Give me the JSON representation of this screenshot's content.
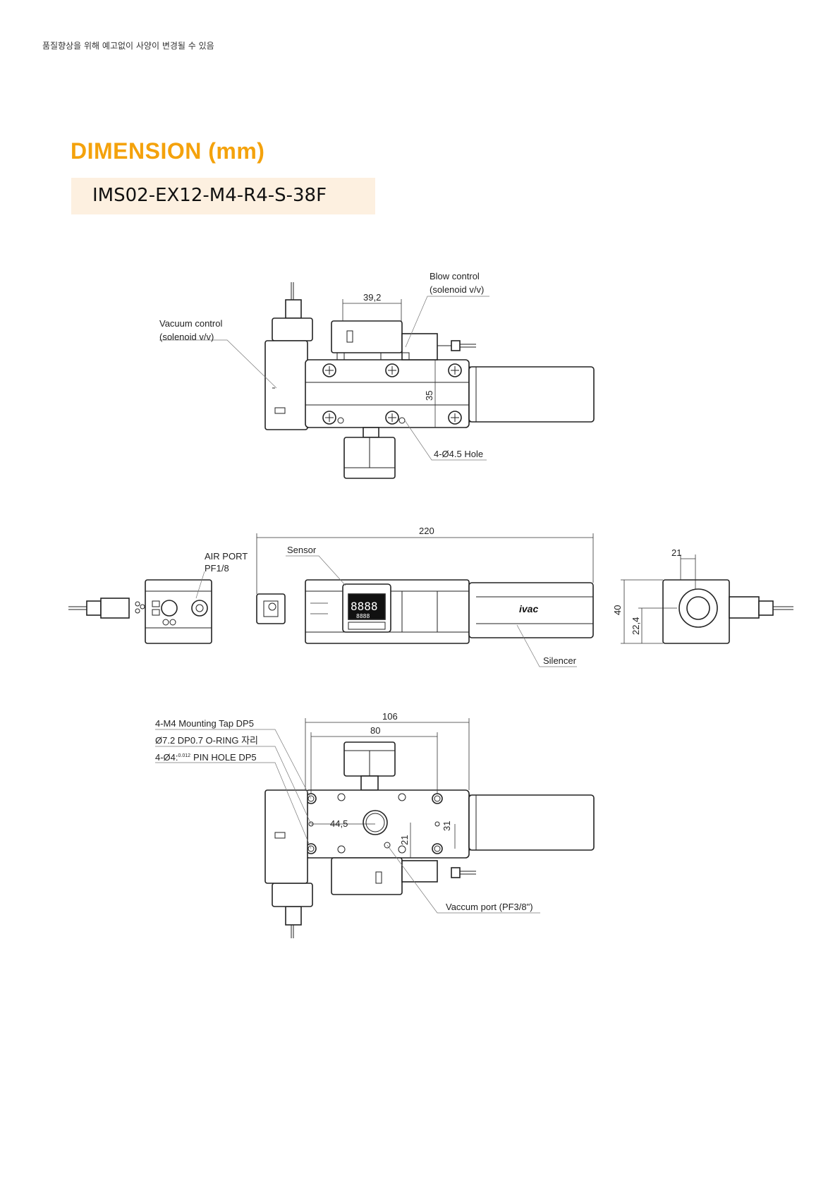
{
  "header": {
    "notice": "품질향상을 위해 예고없이 사양이 변경될 수 있음",
    "title": "DIMENSION (mm)",
    "model": "IMS02-EX12-M4-R4-S-38F"
  },
  "top_view": {
    "vacuum_control_line1": "Vacuum control",
    "vacuum_control_line2": "(solenoid v/v)",
    "blow_control_line1": "Blow control",
    "blow_control_line2": "(solenoid v/v)",
    "dim_valve_width": "39,2",
    "dim_body_height": "35",
    "hole_label": "4-Ø4.5 Hole"
  },
  "side_view": {
    "dim_overall_length": "220",
    "sensor_label": "Sensor",
    "air_port_line1": "AIR PORT",
    "air_port_line2": "PF1/8",
    "silencer_label": "Silencer",
    "brand_logo": "ivac",
    "display_digits": "8888",
    "display_sub_digits": "8888",
    "dim_end_width": "21",
    "dim_end_height": "40",
    "dim_end_center": "22,4"
  },
  "bottom_view": {
    "mount_tap_label": "4-M4 Mounting Tap DP5",
    "oring_label": "Ø7.2 DP0.7 O-RING 자리",
    "pin_hole_label": "4-Ø4:",
    "pin_hole_tolerance": "0.012",
    "pin_hole_suffix": "PIN HOLE DP5",
    "dim_outer": "106",
    "dim_inner": "80",
    "dim_port_x": "44,5",
    "dim_port_y": "21",
    "dim_height": "31",
    "vacuum_port_label": "Vaccum port (PF3/8\")"
  }
}
